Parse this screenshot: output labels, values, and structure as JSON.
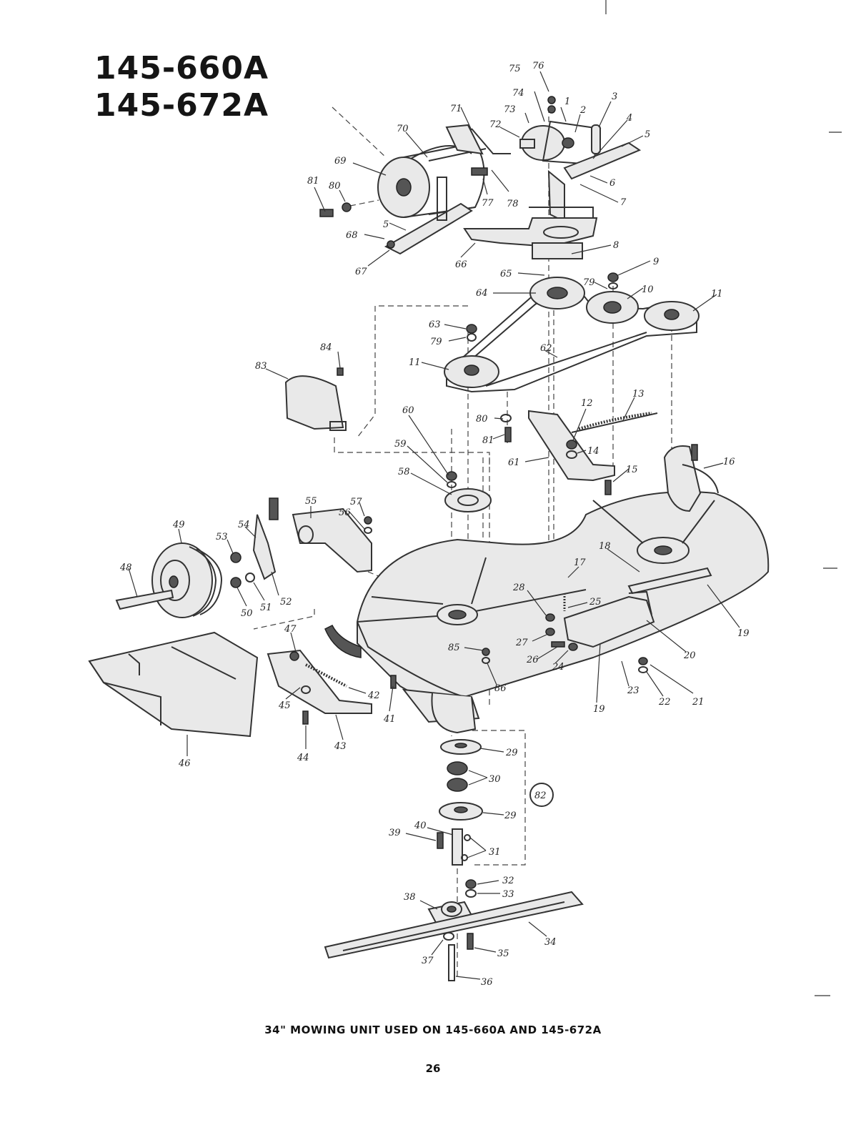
{
  "models": [
    "145-660A",
    "145-672A"
  ],
  "caption": "34\" MOWING UNIT USED ON 145-660A AND 145-672A",
  "page_number": "26",
  "callouts": {
    "c75": "75",
    "c76": "76",
    "c74": "74",
    "c73": "73",
    "c72": "72",
    "c71": "71",
    "c70": "70",
    "c1": "1",
    "c2": "2",
    "c3": "3",
    "c4": "4",
    "c5a": "5",
    "c6": "6",
    "c7": "7",
    "c69": "69",
    "c81a": "81",
    "c80a": "80",
    "c77": "77",
    "c78": "78",
    "c5b": "5",
    "c68": "68",
    "c67": "67",
    "c66": "66",
    "c8": "8",
    "c65": "65",
    "c9": "9",
    "c79a": "79",
    "c10": "10",
    "c64": "64",
    "c11a": "11",
    "c63": "63",
    "c79b": "79",
    "c11b": "11",
    "c62": "62",
    "c84": "84",
    "c83": "83",
    "c13": "13",
    "c12": "12",
    "c80b": "80",
    "c81b": "81",
    "c14": "14",
    "c60": "60",
    "c61": "61",
    "c15": "15",
    "c16": "16",
    "c59": "59",
    "c58": "58",
    "c55": "55",
    "c57": "57",
    "c56": "56",
    "c49": "49",
    "c53": "53",
    "c54": "54",
    "c48": "48",
    "c52": "52",
    "c51": "51",
    "c50": "50",
    "c18": "18",
    "c17": "17",
    "c28": "28",
    "c25": "25",
    "c19a": "19",
    "c27": "27",
    "c26": "26",
    "c24": "24",
    "c20": "20",
    "c85": "85",
    "c86": "86",
    "c23": "23",
    "c22": "22",
    "c21": "21",
    "c19b": "19",
    "c47": "47",
    "c42": "42",
    "c45": "45",
    "c41": "41",
    "c44": "44",
    "c43": "43",
    "c46": "46",
    "c29a": "29",
    "c30": "30",
    "c82": "82",
    "c29b": "29",
    "c40": "40",
    "c39": "39",
    "c31": "31",
    "c32": "32",
    "c33": "33",
    "c38": "38",
    "c34": "34",
    "c35": "35",
    "c37": "37",
    "c36": "36"
  }
}
